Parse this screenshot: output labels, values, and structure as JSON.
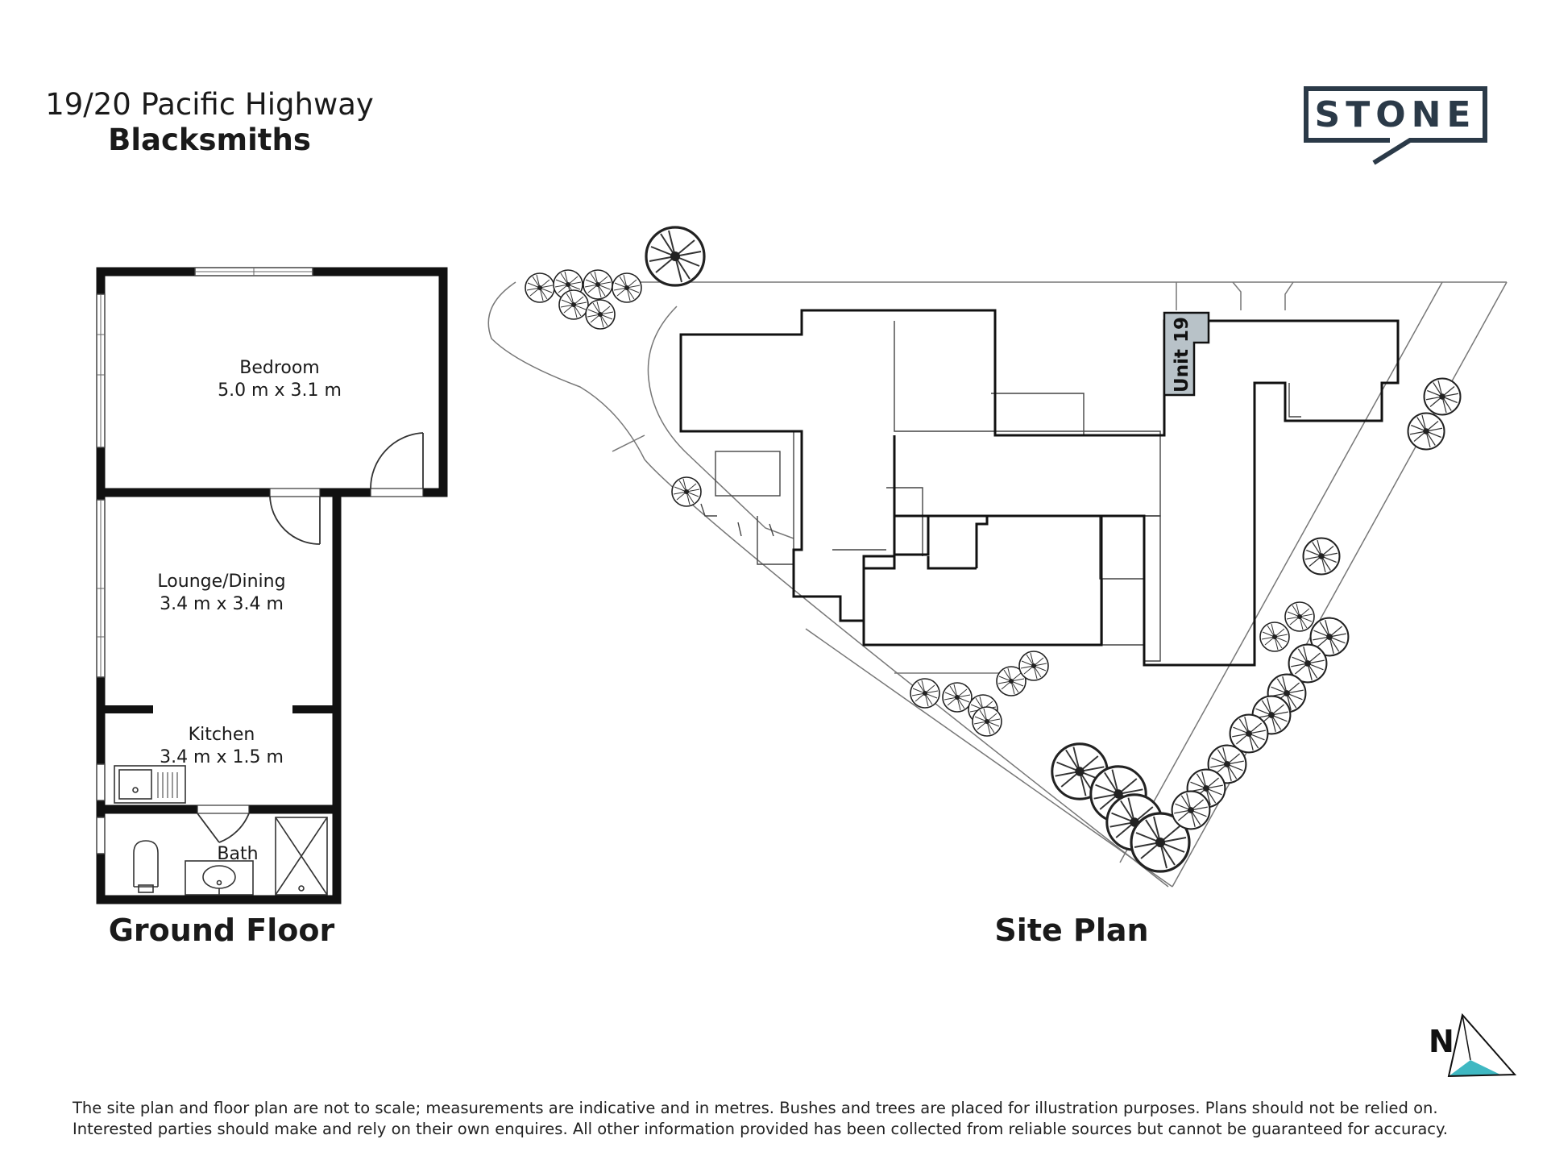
{
  "header": {
    "address": "19/20 Pacific Highway",
    "suburb": "Blacksmiths"
  },
  "logo": {
    "text": "STONE",
    "color": "#2b3a48"
  },
  "ground_floor": {
    "caption": "Ground Floor",
    "rooms": [
      {
        "name": "Bedroom",
        "size": "5.0 m x 3.1 m"
      },
      {
        "name": "Lounge/Dining",
        "size": "3.4 m x 3.4 m"
      },
      {
        "name": "Kitchen",
        "size": "3.4 m x 1.5 m"
      },
      {
        "name": "Bath"
      }
    ]
  },
  "site_plan": {
    "caption": "Site Plan",
    "unit_label": "Unit 19",
    "unit_fill": "#b8c2c8"
  },
  "compass": {
    "label": "N",
    "accent": "#3fb8c2"
  },
  "disclaimer": {
    "line1": "The site plan and floor plan are not to scale; measurements are indicative and in metres. Bushes and trees are placed for illustration purposes. Plans should not be relied on.",
    "line2": "Interested parties should make and rely on their own enquires. All other information provided has been collected from reliable sources but cannot be guaranteed for accuracy."
  }
}
